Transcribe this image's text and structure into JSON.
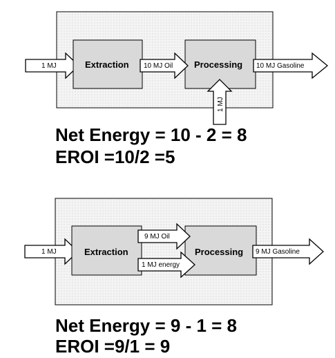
{
  "diagram_top": {
    "input_label": "1 MJ",
    "extraction_label": "Extraction",
    "oil_label": "10 MJ Oil",
    "processing_label": "Processing",
    "output_label": "10 MJ Gasoline",
    "energy_input_label": "1 MJ",
    "caption_line1": "Net Energy = 10 - 2 = 8",
    "caption_line2": "EROI =10/2 =5"
  },
  "diagram_bottom": {
    "input_label": "1 MJ",
    "extraction_label": "Extraction",
    "oil_label": "9 MJ Oil",
    "energy_label": "1 MJ energy",
    "processing_label": "Processing",
    "output_label": "9 MJ Gasoline",
    "caption_line1": "Net Energy = 9 - 1 = 8",
    "caption_line2": "EROI =9/1 = 9"
  },
  "colors": {
    "frame_fill": "#f2f2f2",
    "box_fill": "#d9d9d9",
    "stroke": "#000000",
    "arrow_fill": "#ffffff"
  }
}
